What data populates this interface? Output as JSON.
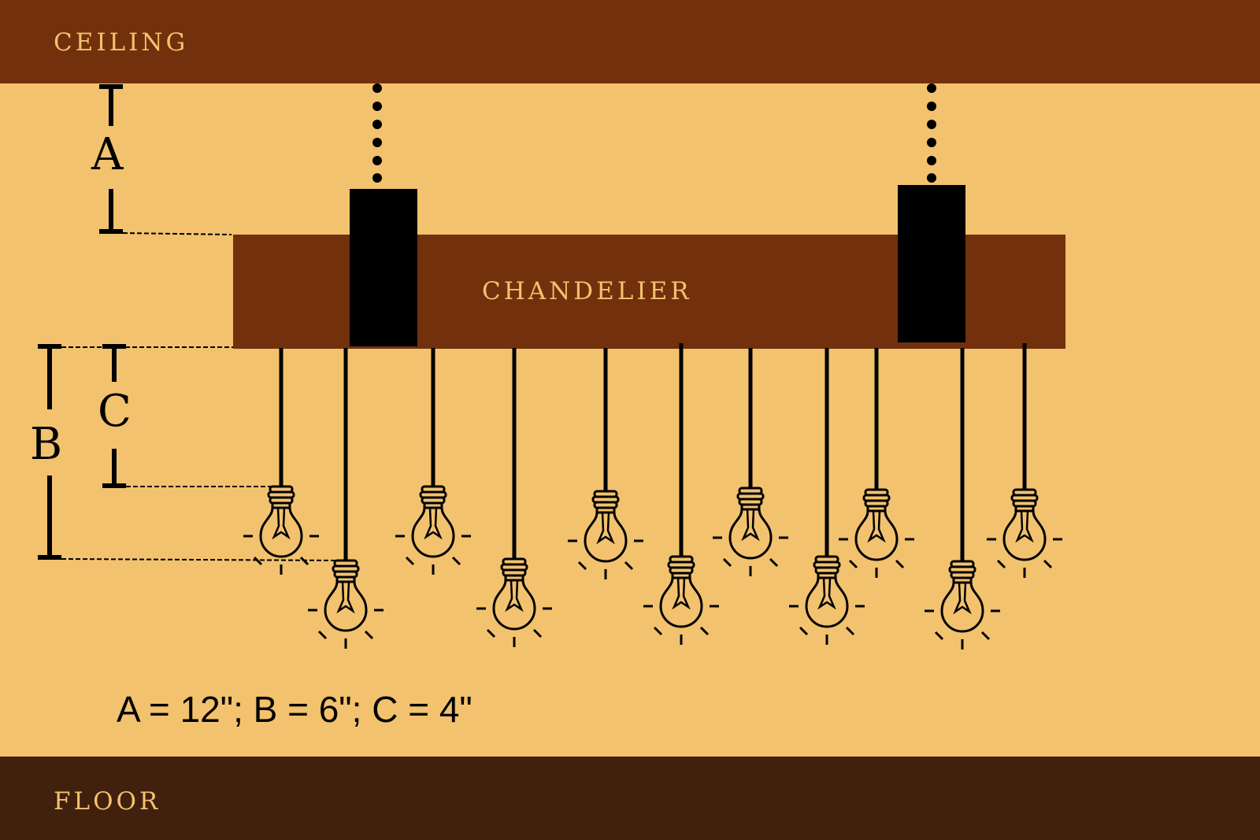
{
  "ceiling": {
    "label": "Ceiling"
  },
  "floor": {
    "label": "Floor"
  },
  "chandelier": {
    "label": "Chandelier"
  },
  "dimensions": {
    "a_label": "A",
    "b_label": "B",
    "c_label": "C",
    "formula": "A = 12\"; B = 6\"; C = 4\""
  },
  "colors": {
    "background": "#f2c26e",
    "ceiling": "#73300c",
    "floor": "#41200e",
    "chandelier": "#73300c",
    "line": "#000000"
  },
  "icons": [
    "light-bulb-icon"
  ]
}
